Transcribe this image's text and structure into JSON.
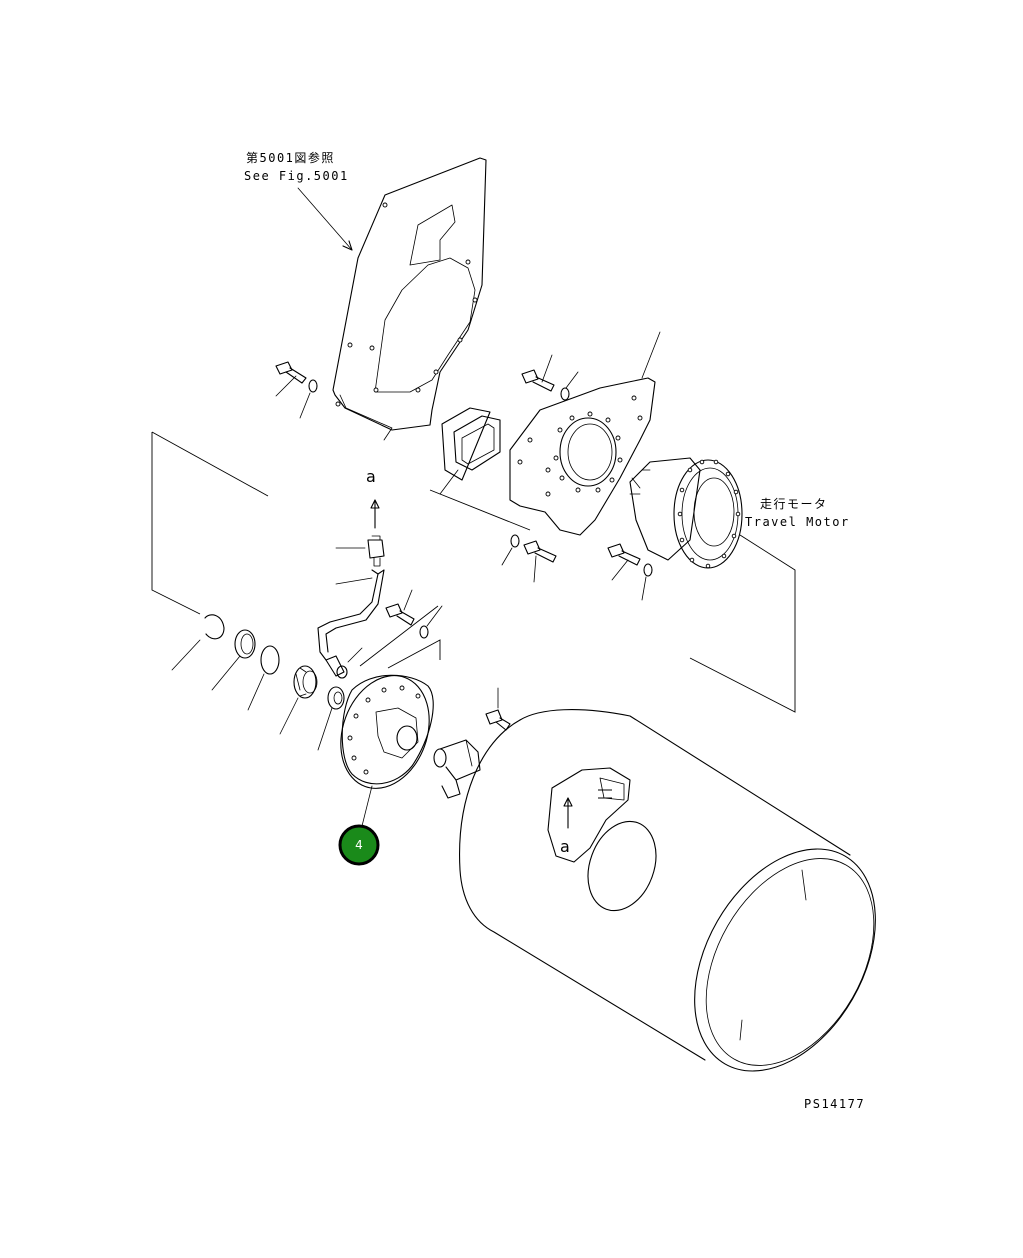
{
  "labels": {
    "fig_ref_jp": "第5001図参照",
    "fig_ref_en": "See Fig.5001",
    "motor_jp": "走行モータ",
    "motor_en": "Travel Motor",
    "view_a_top": "a",
    "view_a_bottom": "a",
    "drawing_id": "PS14177"
  },
  "callout": {
    "number": "4",
    "color": "#1a8a1a"
  }
}
